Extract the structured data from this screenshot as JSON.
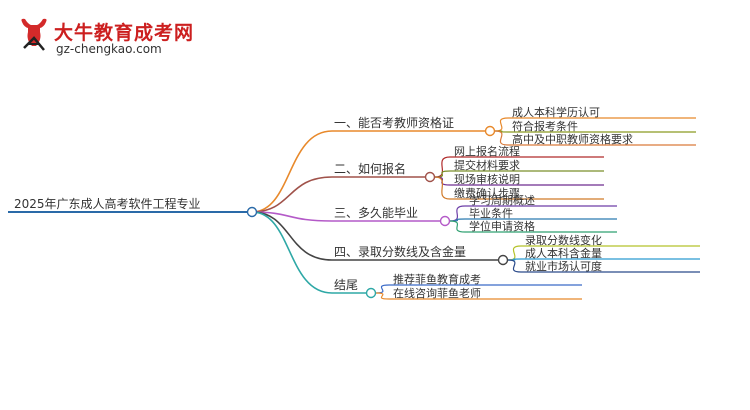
{
  "brand": {
    "name": "大牛教育成考网",
    "url": "gz-chengkao.com"
  },
  "mindmap": {
    "root": "2025年广东成人高考软件工程专业",
    "branches": [
      {
        "label": "一、能否考教师资格证",
        "color": "#e8892b",
        "children": [
          "成人本科学历认可",
          "符合报考条件",
          "高中及中职教师资格要求"
        ]
      },
      {
        "label": "二、如何报名",
        "color": "#a0524a",
        "children": [
          "网上报名流程",
          "提交材料要求",
          "现场审核说明",
          "缴费确认步骤"
        ]
      },
      {
        "label": "三、多久能毕业",
        "color": "#b45ac8",
        "children": [
          "学习周期概述",
          "毕业条件",
          "学位申请资格"
        ]
      },
      {
        "label": "四、录取分数线及含金量",
        "color": "#444444",
        "children": [
          "录取分数线变化",
          "成人本科含金量",
          "就业市场认可度"
        ]
      },
      {
        "label": "结尾",
        "color": "#2ea8a6",
        "children": [
          "推荐菲鱼教育成考",
          "在线咨询菲鱼老师"
        ]
      }
    ]
  },
  "child_colors": [
    [
      "#e8892b",
      "#8a9a22",
      "#d97a3a"
    ],
    [
      "#b02a2a",
      "#7b8f2a",
      "#6e2c8f",
      "#d07a28"
    ],
    [
      "#6d3fa8",
      "#2a7ab0",
      "#2ea070"
    ],
    [
      "#b5c22a",
      "#2a9ad0",
      "#2a4a8a"
    ],
    [
      "#3a6ac8",
      "#e8892b"
    ]
  ]
}
